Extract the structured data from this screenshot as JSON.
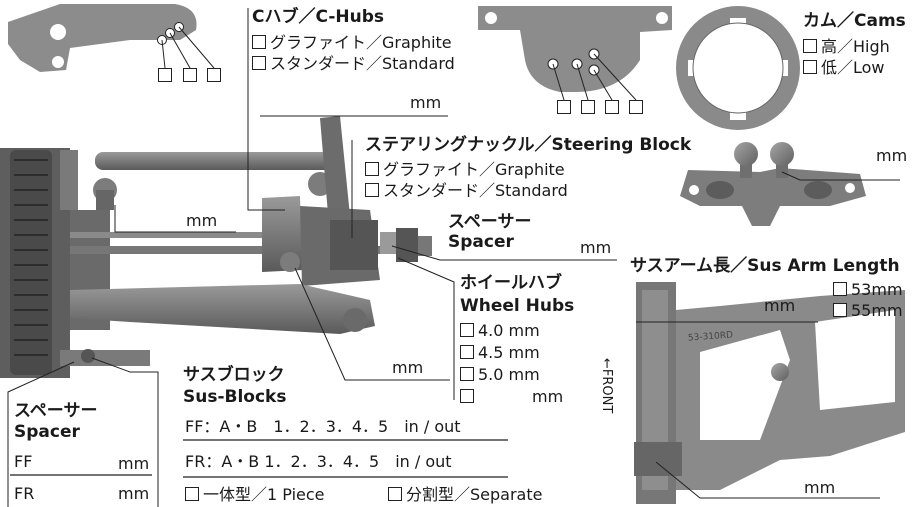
{
  "c_hubs": {
    "title": "Cハブ／C-Hubs",
    "opt1": "グラファイト／Graphite",
    "opt2": "スタンダード／Standard",
    "unit": "mm"
  },
  "cams": {
    "title": "カム／Cams",
    "opt1": "高／High",
    "opt2": "低／Low",
    "unit": "mm"
  },
  "steering": {
    "title": "ステアリングナックル／Steering Block",
    "opt1": "グラファイト／Graphite",
    "opt2": "スタンダード／Standard"
  },
  "upper_link": {
    "unit": "mm"
  },
  "spacer_right": {
    "title_jp": "スペーサー",
    "title_en": "Spacer",
    "unit": "mm"
  },
  "wheel_hubs": {
    "title_jp": "ホイールハブ",
    "title_en": "Wheel Hubs",
    "opt1": "4.0 mm",
    "opt2": "4.5 mm",
    "opt3": "5.0 mm",
    "opt4_unit": "mm"
  },
  "sus_arm": {
    "title": "サスアーム長／Sus Arm Length",
    "opt1": "53mm",
    "opt2": "55mm",
    "unit_top": "mm",
    "unit_bottom": "mm",
    "front": "←FRONT",
    "part_no": "53-310RD"
  },
  "lower_link": {
    "unit": "mm"
  },
  "sus_blocks": {
    "title_jp": "サスブロック",
    "title_en": "Sus-Blocks",
    "ff_line": "FF：A・B　1．2．3．4．5　in / out",
    "fr_line": "FR：A・B 1．2．3．4．5　in / out",
    "type1": "一体型／1 Piece",
    "type2": "分割型／Separate"
  },
  "spacer_left": {
    "title_jp": "スペーサー",
    "title_en": "Spacer",
    "ff": "FF",
    "fr": "FR",
    "ff_unit": "mm",
    "fr_unit": "mm"
  },
  "colors": {
    "part": "#6f6f6f",
    "part_dark": "#4a4a4a",
    "part_light": "#9a9a9a",
    "line": "#222222"
  },
  "icons": [
    "checkbox-icon",
    "leader-line"
  ]
}
